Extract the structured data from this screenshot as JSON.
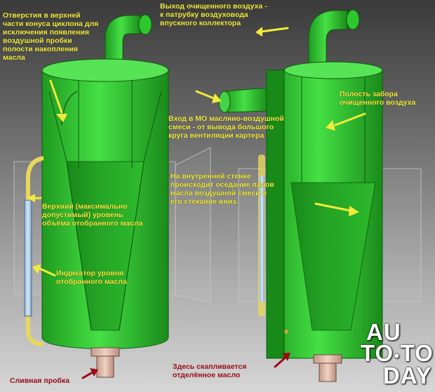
{
  "labels": {
    "holes": [
      "Отверстия в верхней",
      "части конуса циклона для",
      "исключения появления",
      "воздушной пробки",
      "полости накопления",
      "масла"
    ],
    "outlet": [
      "Выход очищенного воздуха -",
      "к патрубку воздуховода",
      "впускного коллектора"
    ],
    "cavity": [
      "Полость забора",
      "очищенного воздуха"
    ],
    "inlet": [
      "Вход в МО масляно-воздушной",
      "смеси - от вывода большого",
      "круга вентиляции картера"
    ],
    "wall": [
      "На внутренней стенке",
      "происходит оседание паров",
      "масла воздушной смеси и",
      "его стекание вниз."
    ],
    "max_level": [
      "Верхний (максимально",
      "допустимый) уровень",
      "объёма отобранного масла"
    ],
    "indicator": [
      "Индикатор уровня",
      "отобранного масла"
    ],
    "drain": "Сливная пробка",
    "collect": [
      "Здесь скапливается",
      "отделённое масло"
    ]
  },
  "watermark": {
    "line1": "AU",
    "line2": "TO",
    "line3": "TO",
    "line4": "DAY"
  },
  "colors": {
    "label": "#f2ea3a",
    "accent": "#9a0b16",
    "body": "#2ec82e"
  }
}
